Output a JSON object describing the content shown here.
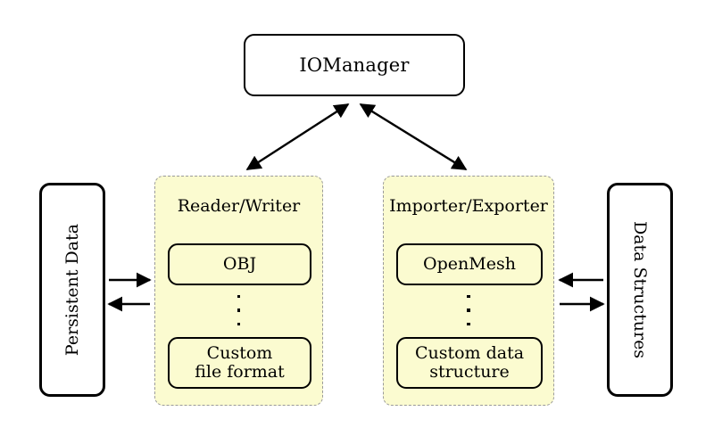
{
  "diagram": {
    "title_node": {
      "label": "IOManager"
    },
    "groups": [
      {
        "name": "reader-writer",
        "title": "Reader/Writer",
        "items": [
          {
            "label": "OBJ"
          },
          {
            "label": "Custom\nfile format"
          }
        ],
        "ellipsis": "vertical-dots"
      },
      {
        "name": "importer-exporter",
        "title": "Importer/Exporter",
        "items": [
          {
            "label": "OpenMesh"
          },
          {
            "label": "Custom data\nstructure"
          }
        ],
        "ellipsis": "vertical-dots"
      }
    ],
    "side_boxes": [
      {
        "name": "persistent-data",
        "label": "Persistent Data",
        "orientation": "rotated-ccw"
      },
      {
        "name": "data-structures",
        "label": "Data Structures",
        "orientation": "rotated-cw"
      }
    ],
    "connectors": [
      {
        "name": "iomanager-to-reader-writer",
        "style": "double-headed-diagonal"
      },
      {
        "name": "iomanager-to-importer-exporter",
        "style": "double-headed-diagonal"
      },
      {
        "name": "persistent-data-to-reader-writer",
        "style": "single-arrow-right"
      },
      {
        "name": "reader-writer-to-persistent-data",
        "style": "single-arrow-left"
      },
      {
        "name": "data-structures-to-importer-exporter",
        "style": "single-arrow-left"
      },
      {
        "name": "importer-exporter-to-data-structures",
        "style": "single-arrow-right"
      }
    ],
    "colors": {
      "panel_fill": "#fbfbd0",
      "panel_border": "#9a9a9a",
      "node_border": "#000000",
      "background": "#ffffff",
      "arrow": "#000000"
    }
  }
}
